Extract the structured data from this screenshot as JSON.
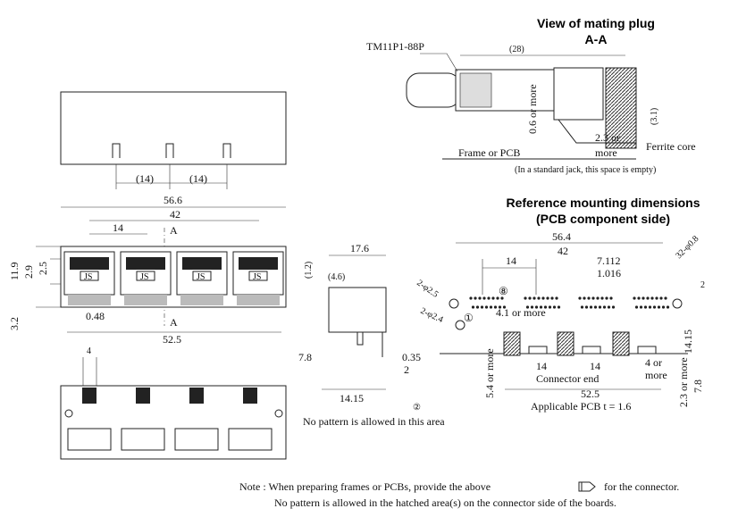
{
  "titles": {
    "mating_plug": "View of mating plug",
    "section": "A-A",
    "mounting": "Reference mounting dimensions",
    "mounting_sub": "(PCB component side)"
  },
  "plug_view": {
    "part": "TM11P1-88P",
    "dim_28": "(28)",
    "dim_06": "0.6 or more",
    "dim_23": "2.3 or",
    "dim_23b": "more",
    "dim_31": "(3.1)",
    "frame": "Frame or PCB",
    "ferrite": "Ferrite core",
    "std_jack": "(In a standard jack, this space is empty)"
  },
  "front_view": {
    "d14a": "(14)",
    "d14b": "(14)",
    "d566": "56.6",
    "d42": "42",
    "d14": "14",
    "sectA1": "A",
    "sectA2": "A",
    "d119": "11.9",
    "d29": "2.9",
    "d25": "2.5",
    "d32": "3.2",
    "d048": "0.48",
    "d525": "52.5",
    "d4": "4",
    "port_label": "JS"
  },
  "side_view": {
    "d176": "17.6",
    "d12": "(1.2)",
    "d46": "(4.6)",
    "d78": "7.8",
    "d035": "0.35",
    "d2": "2",
    "d1415": "14.15"
  },
  "mount_view": {
    "d564": "56.4",
    "d42": "42",
    "d14": "14",
    "d7112": "7.112",
    "d1016": "1.016",
    "d32phi": "32-φ0.8",
    "d2phi25": "2-φ2.5",
    "d2phi24": "2-φ2.4",
    "d41": "4.1 or more",
    "c8": "⑧",
    "c1": "①",
    "d2r": "2",
    "d1415": "14.15",
    "d54": "5.4 or more",
    "d14a": "14",
    "d14b": "14",
    "connector_end": "Connector end",
    "d4more": "4 or",
    "d4more_b": "more",
    "d525": "52.5",
    "d23": "2.3 or more",
    "d78": "7.8",
    "pcb": "Applicable PCB t = 1.6",
    "c2": "②",
    "no_pattern": "No pattern is allowed in this area"
  },
  "note": {
    "line1a": "Note : When preparing frames or PCBs, provide the above",
    "line1b": "for the connector.",
    "line2": "No pattern is allowed in the hatched area(s) on the connector side of the boards."
  }
}
